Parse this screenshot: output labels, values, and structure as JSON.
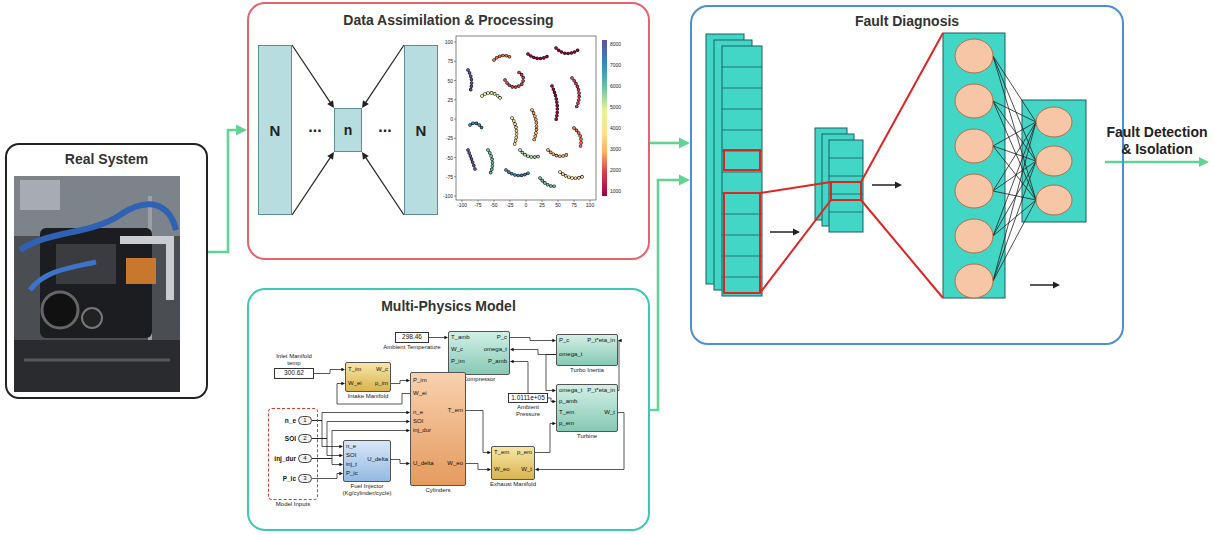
{
  "diagram": {
    "nodes": [
      {
        "text": [
          "Real System"
        ]
      },
      {
        "text": [
          "Data Assimilation & Processing"
        ]
      },
      {
        "text": [
          "N"
        ],
        "in": 1
      },
      {
        "text": [
          "n"
        ],
        "in": 1
      },
      {
        "text": [
          "N"
        ],
        "in": 1
      },
      {
        "text": [
          "Multi-Physics Model"
        ]
      },
      {
        "text": [
          "300.62",
          "Inlet Manifold temp"
        ],
        "in": 5
      },
      {
        "text": [
          "Intake Manifold",
          "T_im",
          "W_ei",
          "W_c",
          "p_im"
        ],
        "in": 5
      },
      {
        "text": [
          "298.46",
          "Ambient Temperature"
        ],
        "in": 5
      },
      {
        "text": [
          "Compressor",
          "T_amb",
          "W_c",
          "P_im",
          "P_c",
          "omega_t",
          "P_amb"
        ],
        "in": 5
      },
      {
        "text": [
          "Turbo Inertia",
          "P_c",
          "omega_t",
          "P_t*eta_in"
        ],
        "in": 5
      },
      {
        "text": [
          "1.0111e+05",
          "Ambient Pressure"
        ],
        "in": 5
      },
      {
        "text": [
          "Turbine",
          "omega_t",
          "p_amb",
          "T_em",
          "p_em",
          "P_t*eta_in",
          "W_t"
        ],
        "in": 5
      },
      {
        "text": [
          "Cylinders",
          "P_im",
          "W_ei",
          "n_e",
          "SOI",
          "inj_dur",
          "U_delta",
          "T_em",
          "W_eo"
        ],
        "in": 5
      },
      {
        "text": [
          "Exhaust Manifold",
          "T_em",
          "W_eo",
          "p_em",
          "W_t"
        ],
        "in": 5
      },
      {
        "text": [
          "Fuel Injector (Kg/cylinder/cycle)",
          "n_e",
          "SOI",
          "inj_t",
          "P_ic",
          "U_delta"
        ],
        "in": 5
      },
      {
        "text": [
          "Model Inputs"
        ],
        "in": 5
      },
      {
        "text": [
          "n_e",
          "1"
        ],
        "in": 16
      },
      {
        "text": [
          "SOI",
          "2"
        ],
        "in": 16
      },
      {
        "text": [
          "inj_dur",
          "4"
        ],
        "in": 16
      },
      {
        "text": [
          "P_ic",
          "3"
        ],
        "in": 16
      },
      {
        "text": [
          "Fault Diagnosis"
        ]
      }
    ],
    "edges": [
      {
        "from": 0,
        "to": 1,
        "arrow": "to"
      },
      {
        "from": 1,
        "to": 21,
        "arrow": "to"
      },
      {
        "from": 5,
        "to": 21,
        "arrow": "to"
      },
      {
        "from": 2,
        "to": 3,
        "arrow": "to"
      },
      {
        "from": 4,
        "to": 3,
        "arrow": "to"
      },
      {
        "from": 6,
        "to": 7,
        "arrow": "to"
      },
      {
        "from": 8,
        "to": 9,
        "arrow": "to"
      },
      {
        "from": 7,
        "to": 13,
        "arrow": "to"
      },
      {
        "from": 13,
        "to": 7,
        "arrow": "to"
      },
      {
        "from": 9,
        "to": 10,
        "arrow": "to"
      },
      {
        "from": 10,
        "to": 9,
        "arrow": "to"
      },
      {
        "from": 12,
        "to": 10,
        "arrow": "to"
      },
      {
        "from": 10,
        "to": 12,
        "arrow": "to"
      },
      {
        "from": 11,
        "to": 12,
        "arrow": "to"
      },
      {
        "from": 11,
        "to": 9,
        "arrow": "to"
      },
      {
        "from": 13,
        "to": 14,
        "arrow": "to"
      },
      {
        "from": 13,
        "to": 14,
        "arrow": "to"
      },
      {
        "from": 14,
        "to": 12,
        "arrow": "to"
      },
      {
        "from": 12,
        "to": 14,
        "arrow": "to"
      },
      {
        "from": 15,
        "to": 13,
        "arrow": "to"
      },
      {
        "from": 17,
        "to": 13,
        "arrow": "to"
      },
      {
        "from": 17,
        "to": 15,
        "arrow": "to"
      },
      {
        "from": 18,
        "to": 13,
        "arrow": "to"
      },
      {
        "from": 18,
        "to": 15,
        "arrow": "to"
      },
      {
        "from": 19,
        "to": 13,
        "arrow": "to"
      },
      {
        "from": 19,
        "to": 15,
        "arrow": "to"
      },
      {
        "from": 20,
        "to": 15,
        "arrow": "to"
      }
    ],
    "labels": [
      "...",
      "...",
      "-100",
      "-75",
      "-50",
      "-25",
      "0",
      "25",
      "50",
      "75",
      "100",
      "100",
      "75",
      "50",
      "25",
      "0",
      "-25",
      "-50",
      "-75",
      "-100",
      "8000",
      "7000",
      "6000",
      "5000",
      "4000",
      "3000",
      "2000",
      "1000",
      "Fault Detection & Isolation"
    ]
  }
}
